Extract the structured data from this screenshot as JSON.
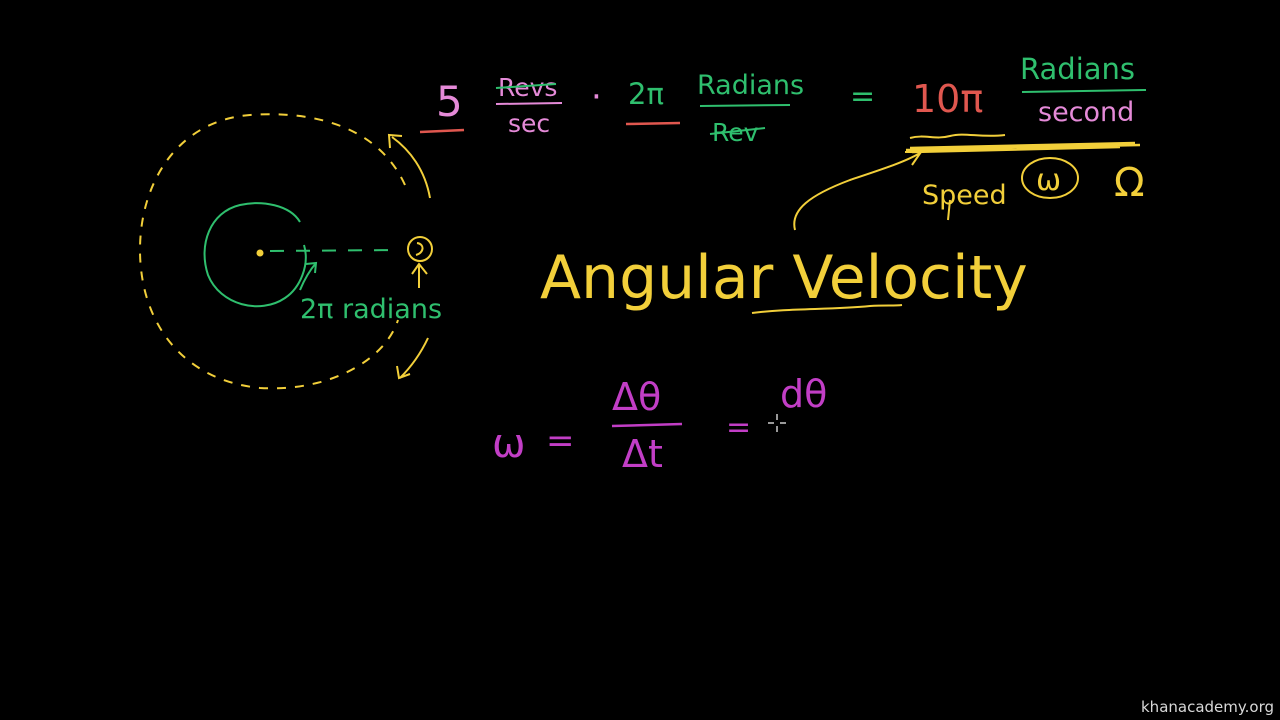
{
  "colors": {
    "background": "#000000",
    "pink": "#e58ad8",
    "red": "#e0574f",
    "green": "#2fbf6e",
    "yellow": "#f2cf3a",
    "magenta": "#c23ec6",
    "white": "#ffffff"
  },
  "equation_top": {
    "five": "5",
    "revs": "Revs",
    "sec": "sec",
    "dot": "·",
    "two_pi": "2π",
    "radians": "Radians",
    "rev": "Rev",
    "equals": "=",
    "ten_pi": "10π",
    "radians_result": "Radians",
    "second": "second"
  },
  "labels": {
    "speed": "Speed",
    "omega_lower": "ω",
    "omega_upper": "Ω",
    "two_pi_radians": "2π radians",
    "title": "Angular Velocity"
  },
  "equation_bottom": {
    "omega": "ω",
    "equals1": "=",
    "delta_theta": "Δθ",
    "delta_t": "Δt",
    "equals2": "=",
    "d_theta": "dθ"
  },
  "icons": {
    "cursor": "crosshair-cursor-icon"
  },
  "watermark": "khanacademy.org"
}
